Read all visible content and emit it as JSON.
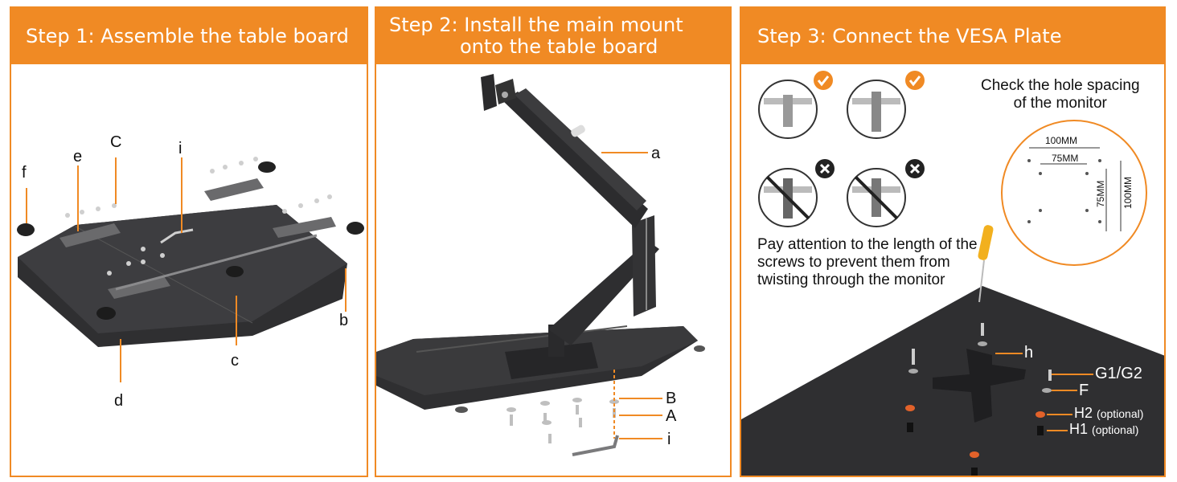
{
  "accent_color": "#f08a24",
  "board_color": "#2f2f31",
  "step1": {
    "title": "Step 1: Assemble the table board",
    "labels": {
      "f": "f",
      "e": "e",
      "C": "C",
      "i": "i",
      "b": "b",
      "c": "c",
      "d": "d"
    }
  },
  "step2": {
    "title_line1": "Step 2: Install the main mount",
    "title_line2": "onto the table board",
    "labels": {
      "a": "a",
      "B": "B",
      "A": "A",
      "i": "i"
    }
  },
  "step3": {
    "title": "Step 3: Connect the VESA Plate",
    "check_line1": "Check the hole spacing",
    "check_line2": "of the monitor",
    "dims": {
      "w_outer": "100MM",
      "w_inner": "75MM",
      "h_inner": "75MM",
      "h_outer": "100MM"
    },
    "warning_line1": "Pay attention to the length of the",
    "warning_line2": "screws to prevent them from",
    "warning_line3": "twisting through the monitor",
    "labels": {
      "h": "h",
      "G": "G1/G2",
      "F": "F",
      "H2": "H2",
      "H2_note": "(optional)",
      "H1": "H1",
      "H1_note": "(optional)"
    },
    "icons": [
      "check-icon",
      "check-icon",
      "cross-icon",
      "cross-icon"
    ]
  }
}
